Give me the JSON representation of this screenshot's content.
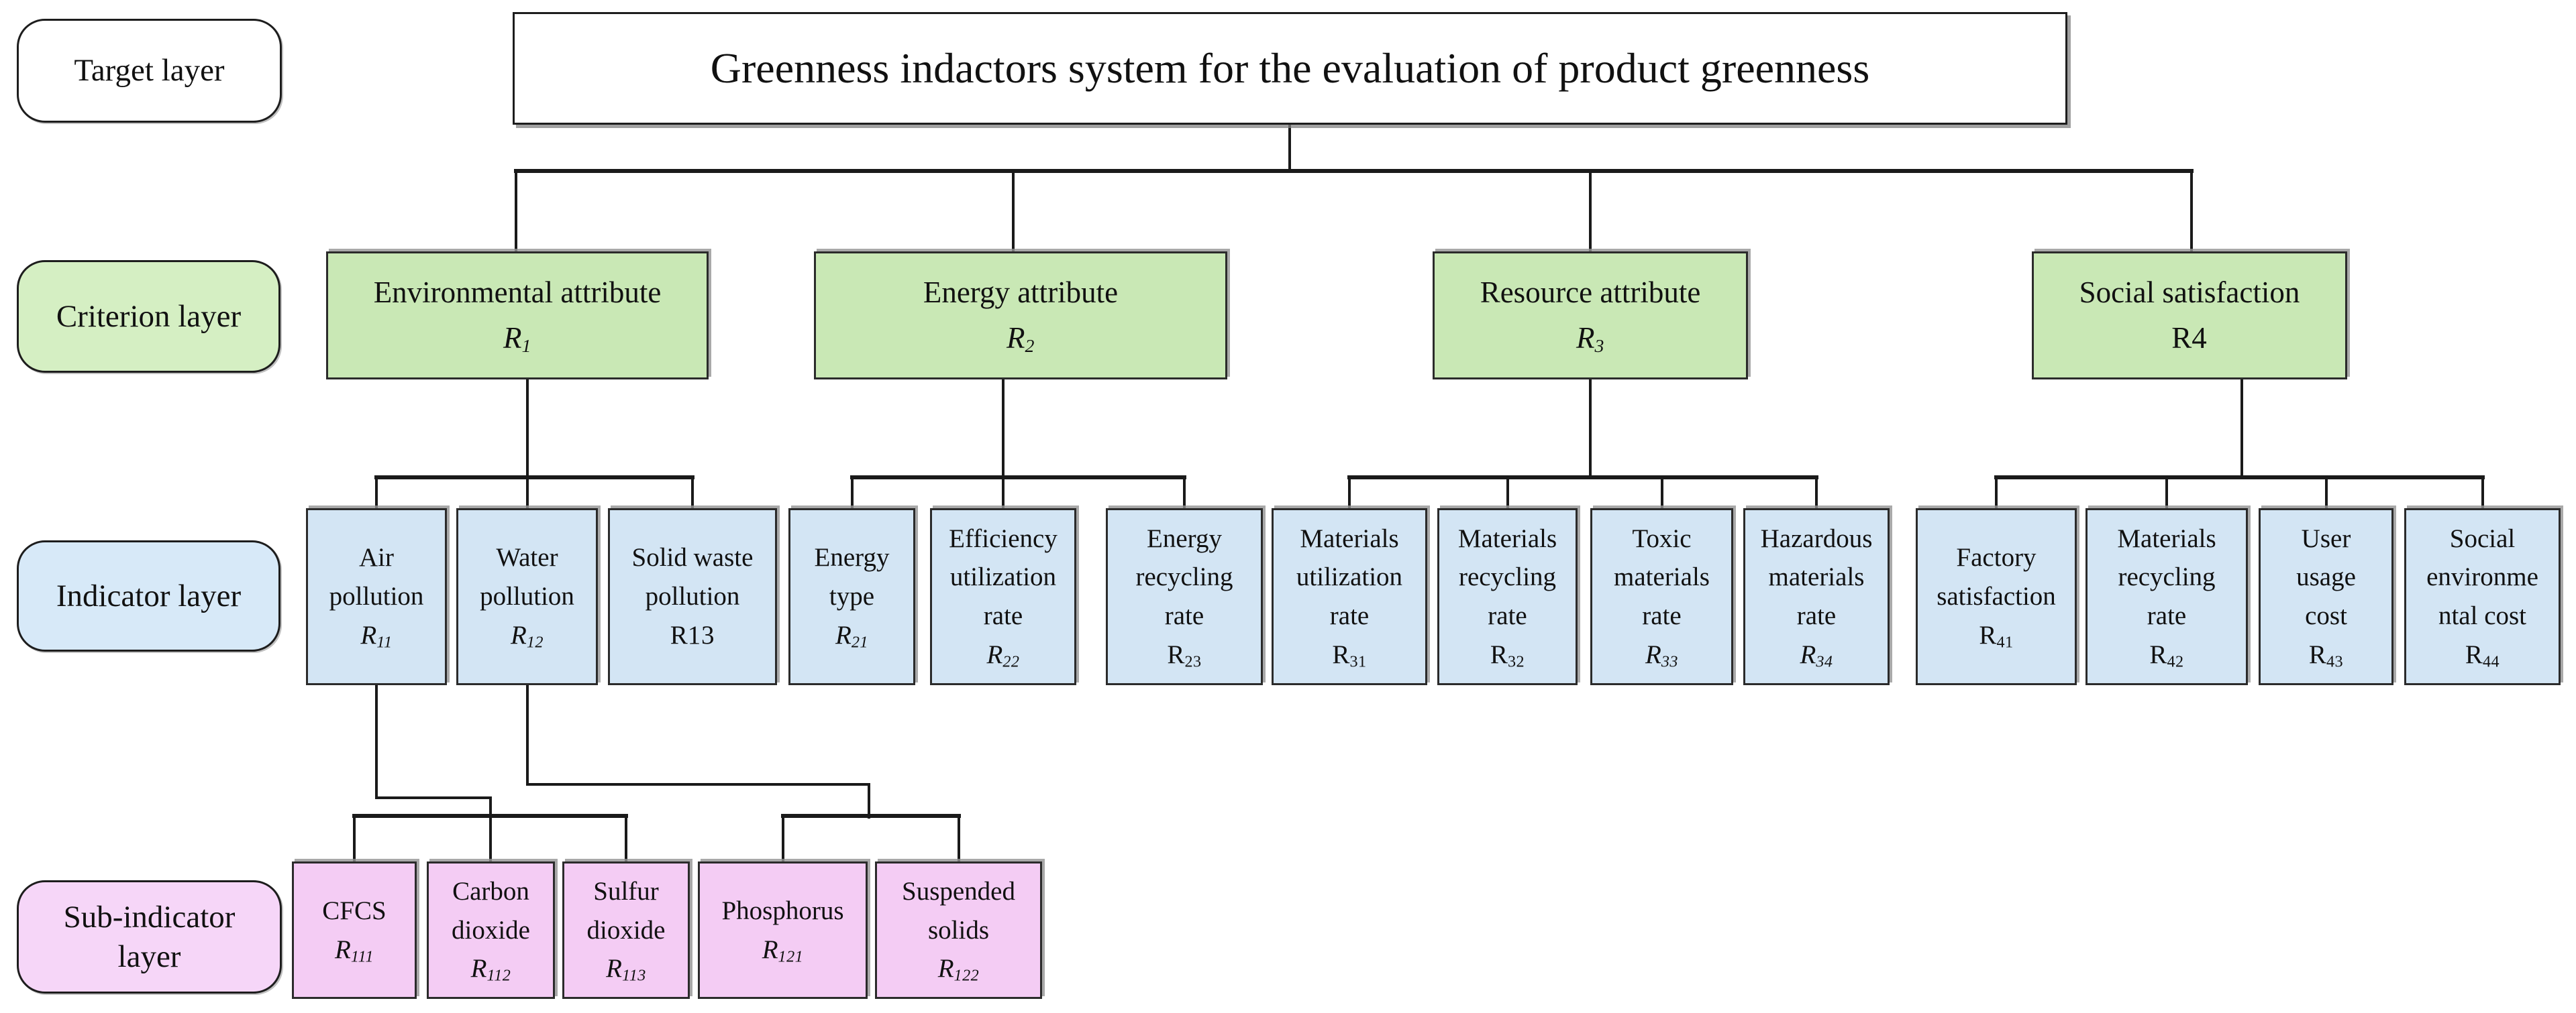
{
  "title": "Greenness indactors system for the evaluation of product greenness",
  "layer_labels": {
    "target": "Target layer",
    "criterion": "Criterion layer",
    "indicator": "Indicator layer",
    "sub_indicator": "Sub-indicator layer"
  },
  "criterion_nodes": [
    {
      "lines": [
        "Environmental attribute"
      ],
      "symbol": {
        "base": "R",
        "sub": "1"
      }
    },
    {
      "lines": [
        "Energy attribute"
      ],
      "symbol": {
        "base": "R",
        "sub": "2"
      }
    },
    {
      "lines": [
        "Resource attribute"
      ],
      "symbol": {
        "base": "R",
        "sub": "3"
      }
    },
    {
      "lines": [
        "Social satisfaction"
      ],
      "symbol": {
        "base": "R",
        "sub": "4"
      }
    }
  ],
  "indicator_nodes": [
    {
      "lines": [
        "Air",
        "pollution"
      ],
      "symbol": {
        "base": "R",
        "sub": "11"
      }
    },
    {
      "lines": [
        "Water",
        "pollution"
      ],
      "symbol": {
        "base": "R",
        "sub": "12"
      }
    },
    {
      "lines": [
        "Solid waste",
        "pollution"
      ],
      "symbol": {
        "base": "R",
        "sub": "13"
      }
    },
    {
      "lines": [
        "Energy",
        "type"
      ],
      "symbol": {
        "base": "R",
        "sub": "21"
      }
    },
    {
      "lines": [
        "Efficiency",
        "utilization",
        "rate"
      ],
      "symbol": {
        "base": "R",
        "sub": "22"
      }
    },
    {
      "lines": [
        "Energy",
        "recycling",
        "rate"
      ],
      "symbol": {
        "base": "R",
        "sub": "23"
      }
    },
    {
      "lines": [
        "Materials",
        "utilization",
        "rate"
      ],
      "symbol": {
        "base": "R",
        "sub": "31"
      }
    },
    {
      "lines": [
        "Materials",
        "recycling",
        "rate"
      ],
      "symbol": {
        "base": "R",
        "sub": "32"
      }
    },
    {
      "lines": [
        "Toxic",
        "materials",
        "rate"
      ],
      "symbol": {
        "base": "R",
        "sub": "33"
      }
    },
    {
      "lines": [
        "Hazardous",
        "materials",
        "rate"
      ],
      "symbol": {
        "base": "R",
        "sub": "34"
      }
    },
    {
      "lines": [
        "Factory",
        "satisfaction"
      ],
      "symbol": {
        "base": "R",
        "sub": "41"
      }
    },
    {
      "lines": [
        "Materials",
        "recycling",
        "rate"
      ],
      "symbol": {
        "base": "R",
        "sub": "42"
      }
    },
    {
      "lines": [
        "User",
        "usage",
        "cost"
      ],
      "symbol": {
        "base": "R",
        "sub": "43"
      }
    },
    {
      "lines": [
        "Social",
        "environme",
        "ntal cost"
      ],
      "symbol": {
        "base": "R",
        "sub": "44"
      }
    }
  ],
  "sub_indicator_nodes": [
    {
      "lines": [
        "CFCS"
      ],
      "symbol": {
        "base": "R",
        "sub": "111"
      }
    },
    {
      "lines": [
        "Carbon",
        "dioxide"
      ],
      "symbol": {
        "base": "R",
        "sub": "112"
      }
    },
    {
      "lines": [
        "Sulfur",
        "dioxide"
      ],
      "symbol": {
        "base": "R",
        "sub": "113"
      }
    },
    {
      "lines": [
        "Phosphorus"
      ],
      "symbol": {
        "base": "R",
        "sub": "121"
      }
    },
    {
      "lines": [
        "Suspended",
        "solids"
      ],
      "symbol": {
        "base": "R",
        "sub": "122"
      }
    }
  ],
  "colors": {
    "target_fill": "#ffffff",
    "criterion_fill": "#c9e8b5",
    "indicator_fill": "#d3e5f4",
    "sub_indicator_fill": "#f4ccf4",
    "label_criterion_fill": "#d5efc3",
    "label_indicator_fill": "#d7e9f8",
    "label_sub_fill": "#f6d6f8",
    "line": "#1a1a1a"
  }
}
